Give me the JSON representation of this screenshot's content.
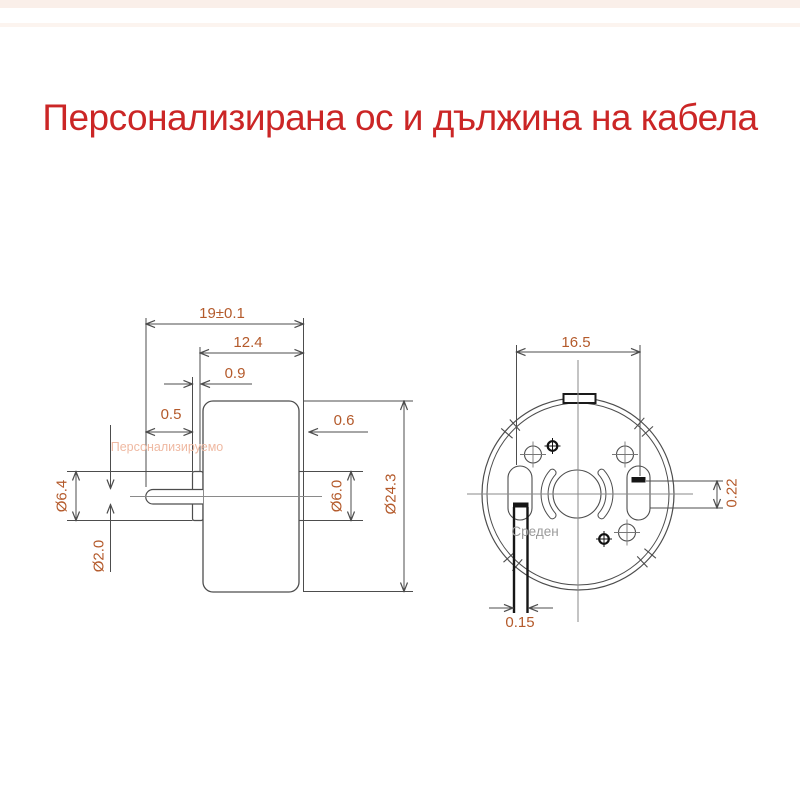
{
  "title": "Персонализирана ос и дължина на кабела",
  "colors": {
    "title_red": "#cb2626",
    "dimension_orange": "#b45a2b",
    "outline_gray": "#4d4d4d",
    "centerline_gray": "#8a8a8a",
    "terminal_black": "#151515",
    "customizable_pink": "#efb9a2",
    "label_gray": "#9a9a9a"
  },
  "side_view": {
    "customizable_label": "Персонализируемо",
    "dim_total_length": "19±0.1",
    "dim_body_length": "12.4",
    "dim_front_boss_length": "0.9",
    "dim_shaft_exposed": "0.5",
    "dim_rear_hub_length": "0.6",
    "dim_front_boss_diameter": "Ø6.4",
    "dim_shaft_diameter": "Ø2.0",
    "dim_rear_hub_diameter": "Ø6.0",
    "dim_body_diameter": "Ø24.3"
  },
  "end_view": {
    "middle_label": "Среден",
    "dim_terminal_span": "16.5",
    "dim_terminal_thickness": "0.22",
    "dim_wire_gap": "0.15"
  }
}
